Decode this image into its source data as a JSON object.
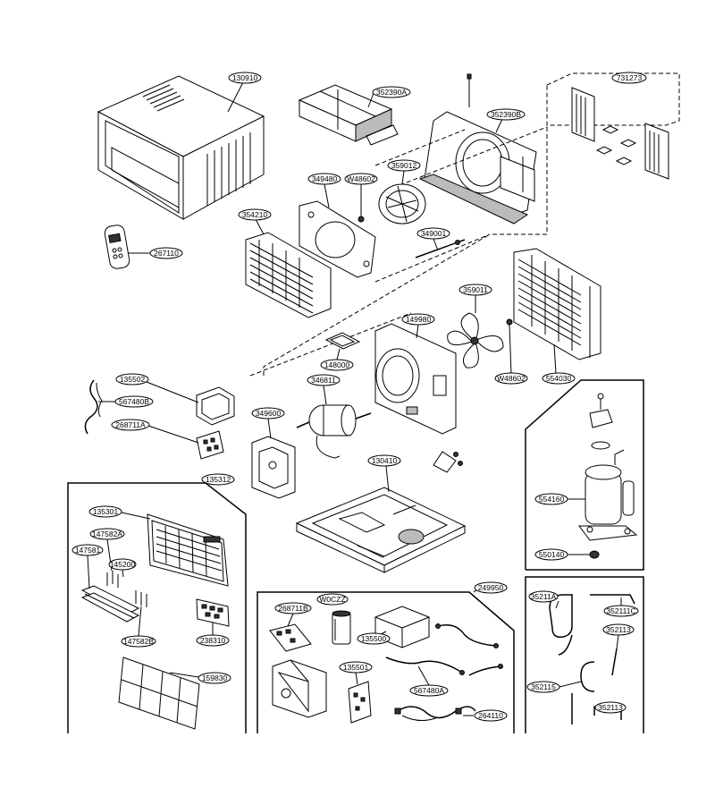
{
  "labels": {
    "l130910": "130910",
    "l352390A": "352390A",
    "l352390B": "352390B",
    "l731273": "731273",
    "l349480": "349480",
    "lW48602a": "W48602",
    "l359012": "359012",
    "l354210": "354210",
    "l349001": "349001",
    "l267110": "267110",
    "l359011": "359011",
    "l149980": "149980",
    "l148000": "148000",
    "l346811": "346811",
    "lW48602b": "W48602",
    "l554030": "554030",
    "l135502": "135502",
    "l567480B": "567480B",
    "l268711A": "268711A",
    "l349600": "349600",
    "l130410": "130410",
    "l135312": "135312",
    "l135301": "135301",
    "l147582A": "147582A",
    "l147581": "147581",
    "l145200": "145200",
    "l147582B": "147582B",
    "l238310": "238310",
    "l159830": "159830",
    "l268711B": "268711B",
    "lW0CZZ": "W0CZZ",
    "l135500": "135500",
    "l249950": "249950",
    "l135501": "135501",
    "l567480A": "567480A",
    "l264110": "264110",
    "l554160": "554160",
    "l550140": "550140",
    "l35211A": "35211A",
    "l352111C": "352111C",
    "l352113": "352113",
    "l352115": "352115",
    "l352113b": "352113"
  }
}
